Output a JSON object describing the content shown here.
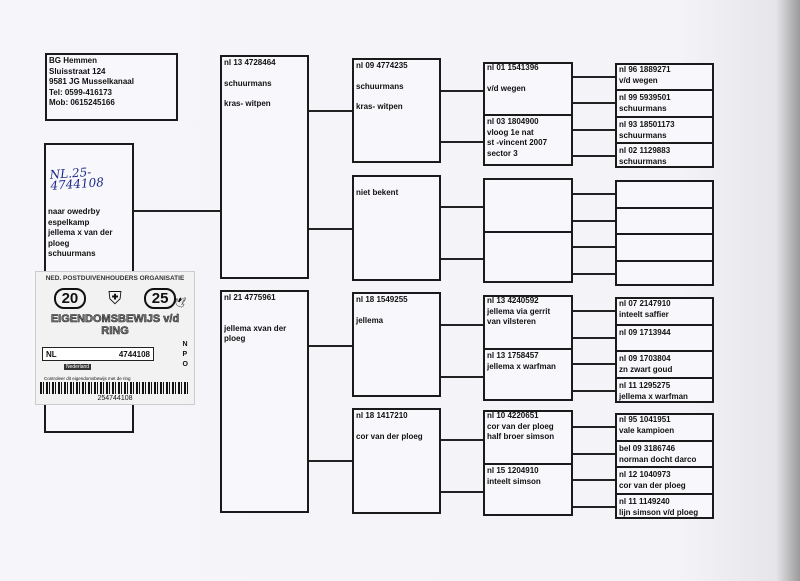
{
  "owner": {
    "lines": [
      "BG Hemmen",
      "Sluisstraat 124",
      "9581 JG Musselkanaal",
      "Tel: 0599-416173",
      "Mob: 0615245166"
    ]
  },
  "subject": {
    "ring_handwritten": "NL.25-4744108",
    "lines": [
      "naar owedrby",
      "espelkamp",
      "jellema x van der",
      "ploeg",
      "schuurmans"
    ]
  },
  "card": {
    "org": "NED. POSTDUIVENHOUDERS ORGANISATIE",
    "year_left": "20",
    "year_right": "25",
    "title": "EIGENDOMSBEWIJS v/d RING",
    "country": "NL",
    "ring": "4744108",
    "sub": "Nederland",
    "npo": [
      "N",
      "P",
      "O"
    ],
    "control": "Controleer dit eigendomsbewijs met de ring",
    "barcode": "254744108"
  },
  "gen1": [
    {
      "lines": [
        "nl 13 4728464",
        "",
        "schuurmans",
        "",
        "kras- witpen"
      ]
    },
    {
      "lines": [
        "nl 21 4775961",
        "",
        "",
        "jellema xvan der",
        "ploeg"
      ]
    }
  ],
  "gen2": [
    {
      "lines": [
        "nl  09 4774235",
        "",
        "schuurmans",
        "",
        "kras- witpen"
      ]
    },
    {
      "lines": [
        "",
        "niet bekent"
      ]
    },
    {
      "lines": [
        "nl 18 1549255",
        "",
        "jellema"
      ]
    },
    {
      "lines": [
        "nl 18 1417210",
        "",
        "cor van der ploeg"
      ]
    }
  ],
  "gen3": [
    {
      "lines": [
        "nl 01 1541396",
        "",
        "v/d wegen"
      ]
    },
    {
      "lines": [
        "nl 03 1804900",
        "vloog 1e nat",
        "st -vincent 2007",
        "sector 3"
      ]
    },
    {
      "lines": []
    },
    {
      "lines": []
    },
    {
      "lines": [
        "nl 13 4240592",
        "jellema via  gerrit",
        "van vilsteren"
      ]
    },
    {
      "lines": [
        "nl 13 1758457",
        "jellema x warfman"
      ]
    },
    {
      "lines": [
        "nl 10 4220651",
        "cor van der ploeg",
        "half broer simson"
      ]
    },
    {
      "lines": [
        "nl 15 1204910",
        "inteelt simson"
      ]
    }
  ],
  "gen4": [
    {
      "lines": [
        "nl 96 1889271",
        "v/d wegen"
      ]
    },
    {
      "lines": [
        "nl 99 5939501",
        "schuurmans"
      ]
    },
    {
      "lines": [
        "nl 93 18501173",
        "schuurmans"
      ]
    },
    {
      "lines": [
        "nl 02 1129883",
        "schuurmans"
      ]
    },
    {
      "lines": []
    },
    {
      "lines": []
    },
    {
      "lines": []
    },
    {
      "lines": []
    },
    {
      "lines": [
        "nl 07 2147910",
        "inteelt saffier"
      ]
    },
    {
      "lines": [
        "nl 09 1713944",
        ""
      ]
    },
    {
      "lines": [
        "nl 09 1703804",
        "zn zwart goud"
      ]
    },
    {
      "lines": [
        "nl 11 1295275",
        "jellema x warfman"
      ]
    },
    {
      "lines": [
        "nl 95 1041951",
        "vale kampioen"
      ]
    },
    {
      "lines": [
        "bel 09 3186746",
        "norman docht darco"
      ]
    },
    {
      "lines": [
        "nl 12 1040973",
        "cor van der ploeg"
      ]
    },
    {
      "lines": [
        "nl 11 1149240",
        "lijn simson v/d ploeg"
      ]
    }
  ]
}
